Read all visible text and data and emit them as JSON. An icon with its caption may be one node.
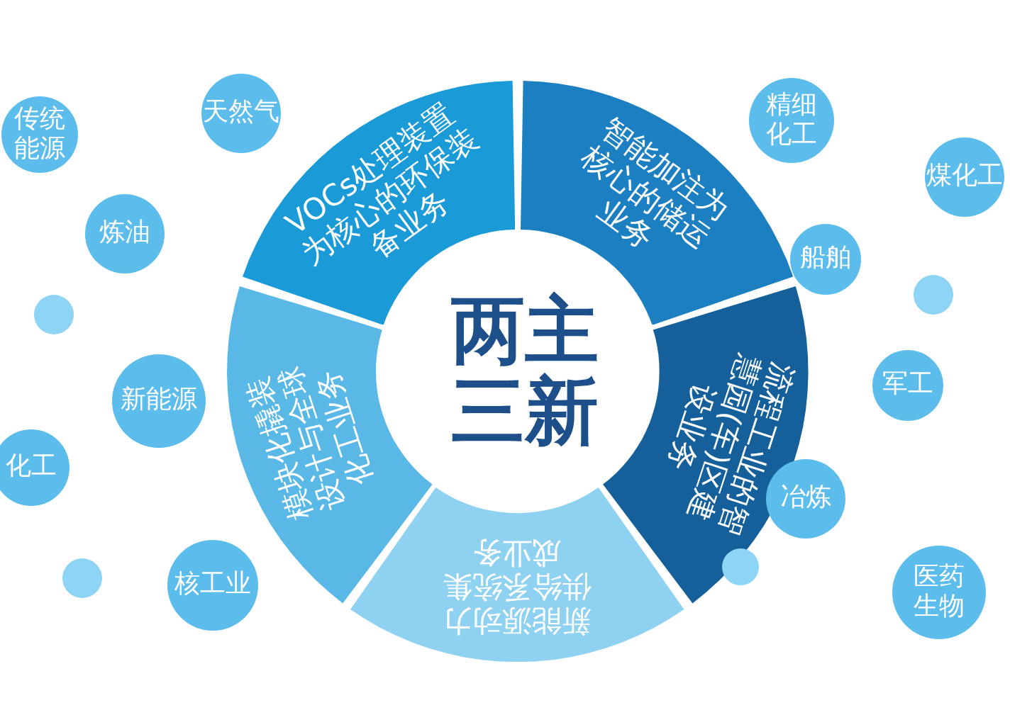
{
  "diagram": {
    "nodes": [
      {
        "text": [
          "两主三新"
        ]
      },
      {
        "text": [
          "VOCs处理装置为核心的环保装备业务"
        ]
      },
      {
        "text": [
          "智能加注为核心的储运业务"
        ]
      },
      {
        "text": [
          "流程工业的智慧园(车)区建设业务"
        ]
      },
      {
        "text": [
          "新能源动力供给系统集成业务"
        ]
      },
      {
        "text": [
          "模块化撬装设计与全球化工业务"
        ]
      },
      {
        "text": [
          "传统能源"
        ]
      },
      {
        "text": [
          "天然气"
        ]
      },
      {
        "text": [
          "炼油"
        ]
      },
      {
        "text": [],
        "shape": "circle"
      },
      {
        "text": [
          "新能源"
        ]
      },
      {
        "text": [
          "化工"
        ]
      },
      {
        "text": [],
        "shape": "circle"
      },
      {
        "text": [
          "核工业"
        ]
      },
      {
        "text": [
          "精细化工"
        ]
      },
      {
        "text": [
          "煤化工"
        ]
      },
      {
        "text": [
          "船舶"
        ]
      },
      {
        "text": [],
        "shape": "circle"
      },
      {
        "text": [
          "军工"
        ]
      },
      {
        "text": [
          "冶炼"
        ]
      },
      {
        "text": [],
        "shape": "circle"
      },
      {
        "text": [
          "医药生物"
        ]
      }
    ],
    "edges": []
  }
}
